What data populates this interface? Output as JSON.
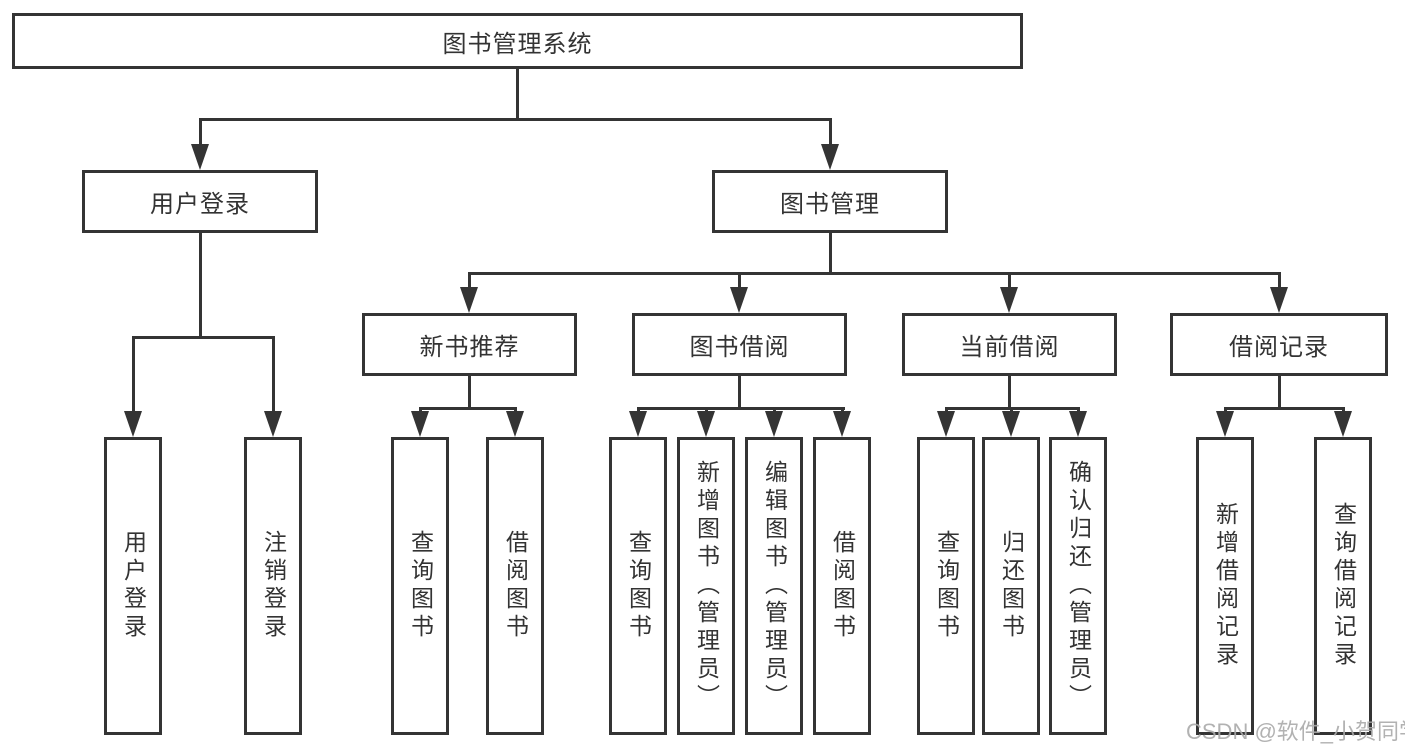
{
  "tree": {
    "root": {
      "label": "图书管理系统",
      "children": [
        {
          "label": "用户登录",
          "children": [
            {
              "label": "用户登录"
            },
            {
              "label": "注销登录"
            }
          ]
        },
        {
          "label": "图书管理",
          "children": [
            {
              "label": "新书推荐",
              "children": [
                {
                  "label": "查询图书"
                },
                {
                  "label": "借阅图书"
                }
              ]
            },
            {
              "label": "图书借阅",
              "children": [
                {
                  "label": "查询图书"
                },
                {
                  "label": "新增图书（管理员）"
                },
                {
                  "label": "编辑图书（管理员）"
                },
                {
                  "label": "借阅图书"
                }
              ]
            },
            {
              "label": "当前借阅",
              "children": [
                {
                  "label": "查询图书"
                },
                {
                  "label": "归还图书"
                },
                {
                  "label": "确认归还（管理员）"
                }
              ]
            },
            {
              "label": "借阅记录",
              "children": [
                {
                  "label": "新增借阅记录"
                },
                {
                  "label": "查询借阅记录"
                }
              ]
            }
          ]
        }
      ]
    }
  },
  "watermark": {
    "text": "CSDN @软件_小贺同学"
  },
  "colors": {
    "line": "#343434",
    "text": "#333333",
    "background": "#ffffff",
    "watermark": "#aaaaaa"
  }
}
